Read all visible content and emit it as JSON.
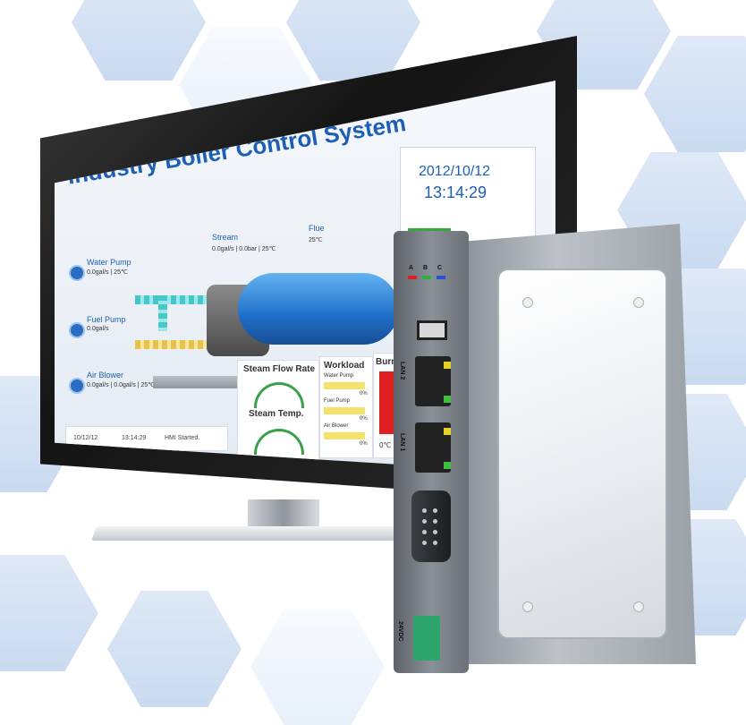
{
  "hmi": {
    "title": "Industry Boiler Control System",
    "date": "2012/10/12",
    "time": "13:14:29",
    "equipment": [
      {
        "id": "water-pump",
        "name": "Water Pump",
        "reading": "0.0gal/s | 25℃"
      },
      {
        "id": "fuel-pump",
        "name": "Fuel Pump",
        "reading": "0.0gal/s"
      },
      {
        "id": "air-blower",
        "name": "Air Blower",
        "reading": "0.0gal/s | 0.0gal/s | 25℃"
      }
    ],
    "stream": {
      "name": "Stream",
      "reading": "0.0gal/s | 0.0bar | 25℃"
    },
    "flue": {
      "name": "Flue",
      "reading": "25℃"
    },
    "steam_flow_label": "Steam Flow Rate",
    "steam_temp_label": "Steam Temp.",
    "workload": {
      "title": "Workload",
      "rows": [
        {
          "label": "Water Pump",
          "value": "0%"
        },
        {
          "label": "Fuel Pump",
          "value": "0%"
        },
        {
          "label": "Air Blower",
          "value": "0%"
        }
      ]
    },
    "burner_label": "Burner",
    "burner_value": "0℃",
    "status": {
      "date": "10/12/12",
      "time": "13:14:29",
      "message": "HMI Started."
    }
  },
  "device": {
    "ports": {
      "lan2": "LAN 2",
      "lan1": "LAN 1",
      "power": "24VDC"
    },
    "led_labels": [
      "A",
      "B",
      "C"
    ]
  },
  "colors": {
    "accent": "#1d5fb5",
    "power_green": "#36a83a",
    "burner_red": "#e02020",
    "terminal_green": "#2da46a"
  }
}
